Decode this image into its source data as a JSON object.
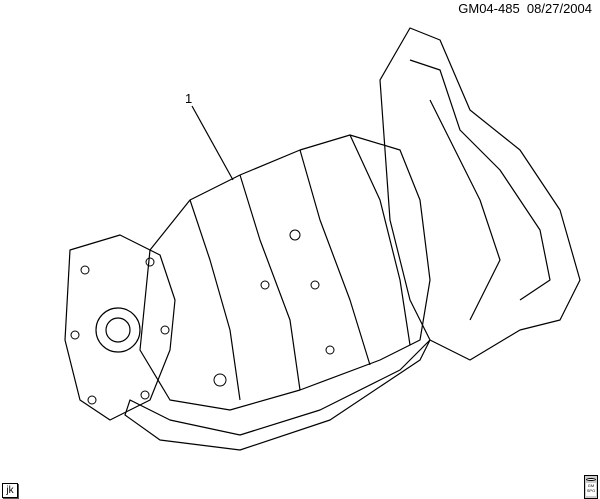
{
  "header": {
    "figure_id": "GM04-485",
    "date": "08/27/2004"
  },
  "callouts": [
    {
      "label": "1"
    }
  ],
  "footer": {
    "author_initials": "jk",
    "badge_text": "GM SPO"
  }
}
